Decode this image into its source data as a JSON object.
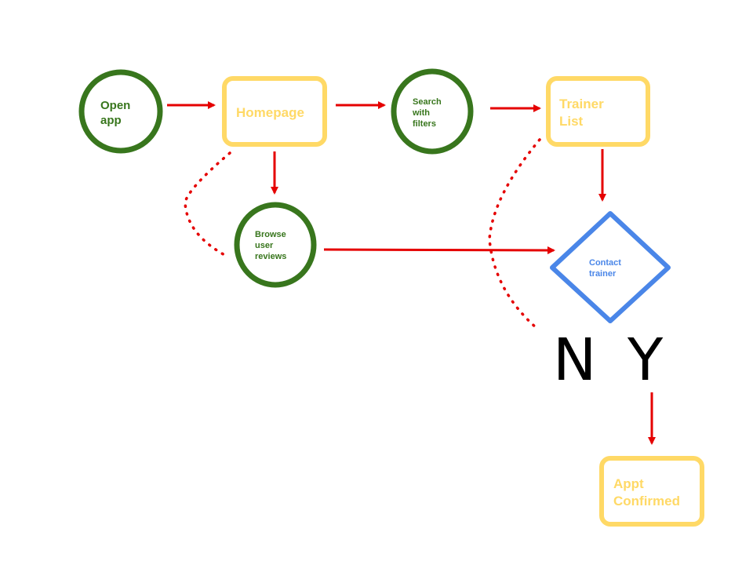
{
  "nodes": {
    "open_app": {
      "line1": "Open",
      "line2": "app"
    },
    "homepage": {
      "label": "Homepage"
    },
    "search": {
      "line1": "Search",
      "line2": "with",
      "line3": "filters"
    },
    "trainer_list": {
      "line1": "Trainer",
      "line2": "List"
    },
    "browse_reviews": {
      "line1": "Browse",
      "line2": "user",
      "line3": "reviews"
    },
    "contact_trainer": {
      "line1": "Contact",
      "line2": "trainer"
    },
    "appt_confirmed": {
      "line1": "Appt",
      "line2": "Confirmed"
    }
  },
  "branches": {
    "no": "N",
    "yes": "Y"
  },
  "colors": {
    "start_circle": "#38761d",
    "process_box": "#ffd966",
    "decision": "#4a86e8",
    "arrow": "#e50000",
    "dotted_path": "#e50000"
  }
}
